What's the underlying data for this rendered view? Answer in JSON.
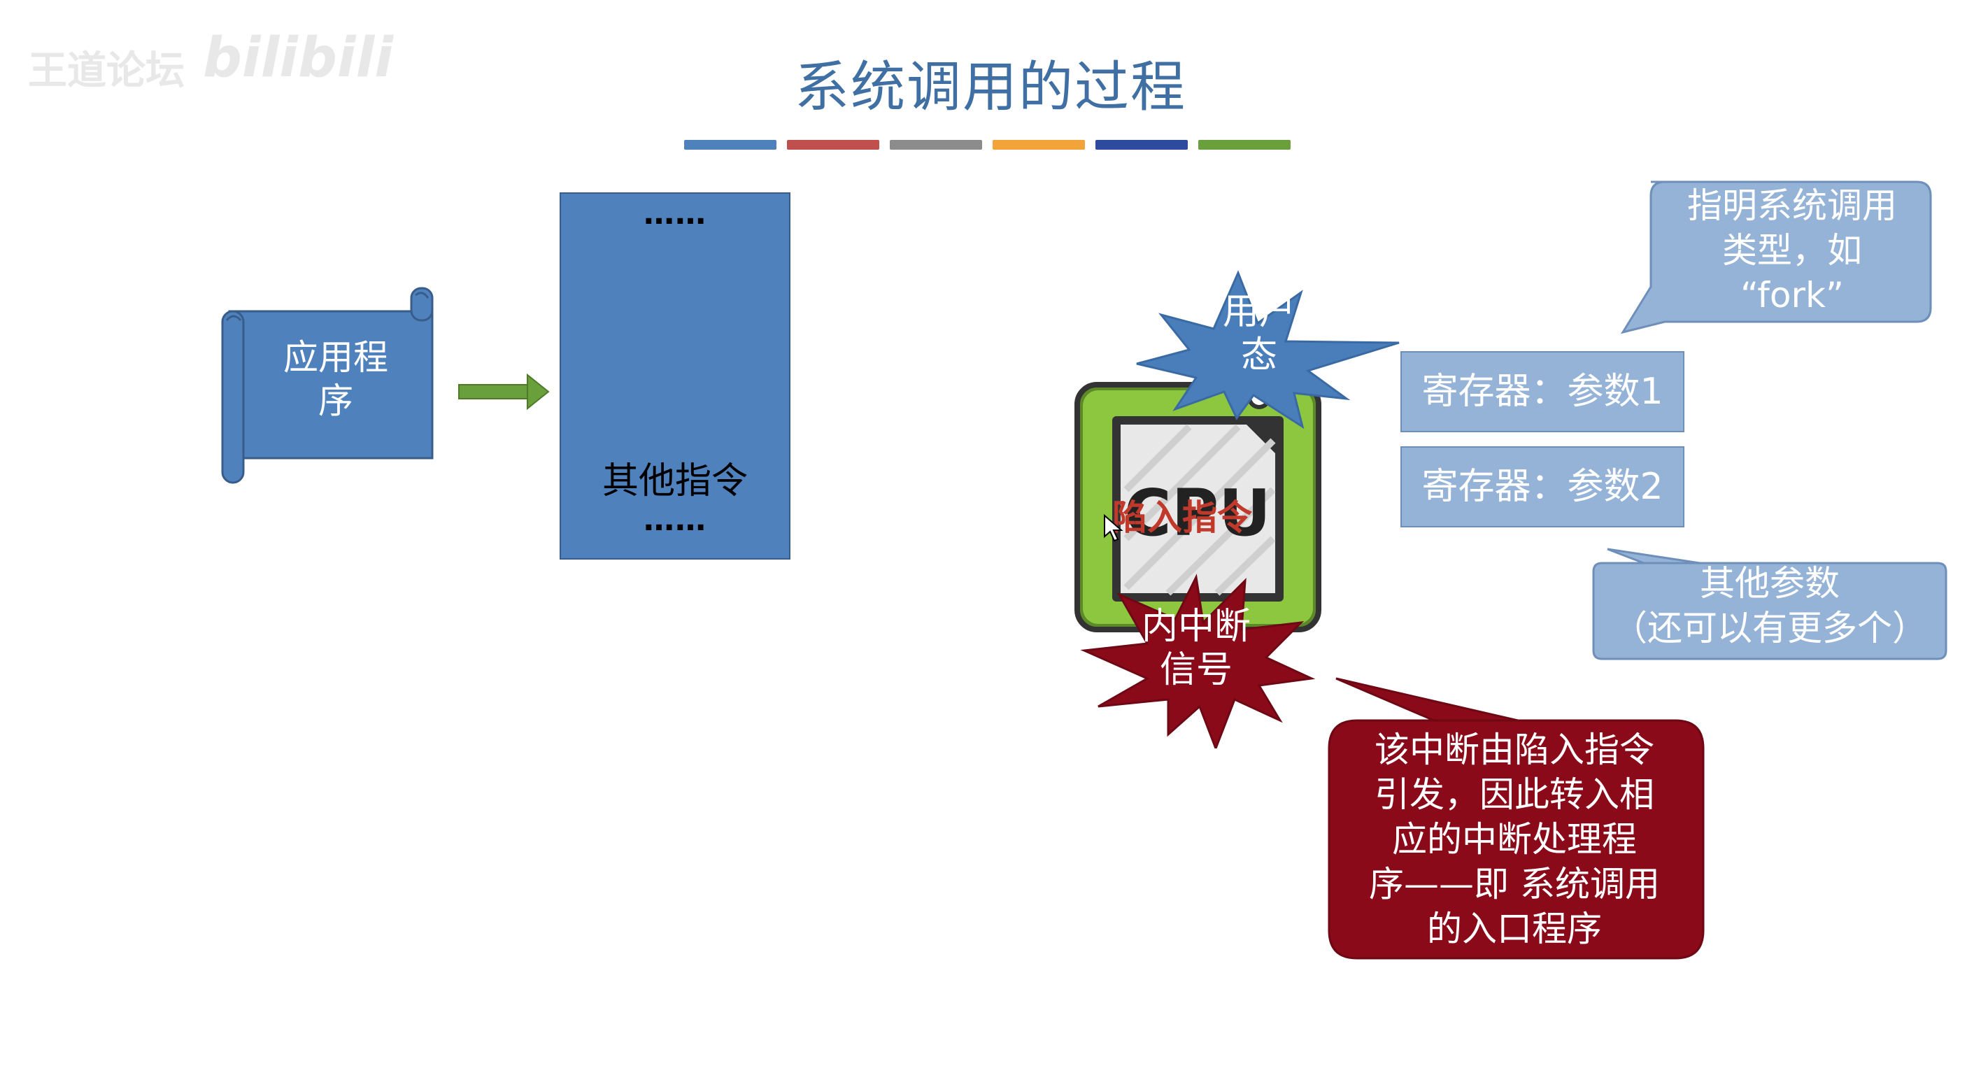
{
  "watermark": {
    "site_text": "王道论坛",
    "logo_text": "bilibili"
  },
  "title": "系统调用的过程",
  "title_bar_colors": [
    "#4f81bd",
    "#c0504d",
    "#7f7f7f",
    "#f2a33a",
    "#2e4a9e",
    "#6aa03c"
  ],
  "app": {
    "label_line1": "应用程",
    "label_line2": "序"
  },
  "program": {
    "dots_top": "……",
    "label": "其他指令",
    "dots_bottom": "……"
  },
  "cpu": {
    "chip_text": "CPU",
    "user_mode_line1": "用户",
    "user_mode_line2": "态",
    "trap_label": "陷入指令",
    "interrupt_line1": "内中断",
    "interrupt_line2": "信号"
  },
  "registers": [
    {
      "label": "寄存器：参数1"
    },
    {
      "label": "寄存器：参数2"
    }
  ],
  "callouts": {
    "type_hint": {
      "line1": "指明系统调用",
      "line2": "类型，如",
      "line3": "“fork”"
    },
    "other_params": {
      "line1": "其他参数",
      "line2": "（还可以有更多个）"
    },
    "interrupt_note": {
      "line1": "该中断由陷入指令",
      "line2": "引发，因此转入相",
      "line3": "应的中断处理程",
      "line4": "序——即 系统调用",
      "line5": "的入口程序"
    }
  },
  "colors": {
    "title": "#3f6fa3",
    "blue_shape": "#4f81bd",
    "light_blue": "#95b3d7",
    "green_arrow": "#6aa03c",
    "cpu_green": "#8dc63f",
    "user_burst": "#4a7ebb",
    "interrupt_burst": "#8b0a1a",
    "note_red": "#8b0a1a"
  }
}
